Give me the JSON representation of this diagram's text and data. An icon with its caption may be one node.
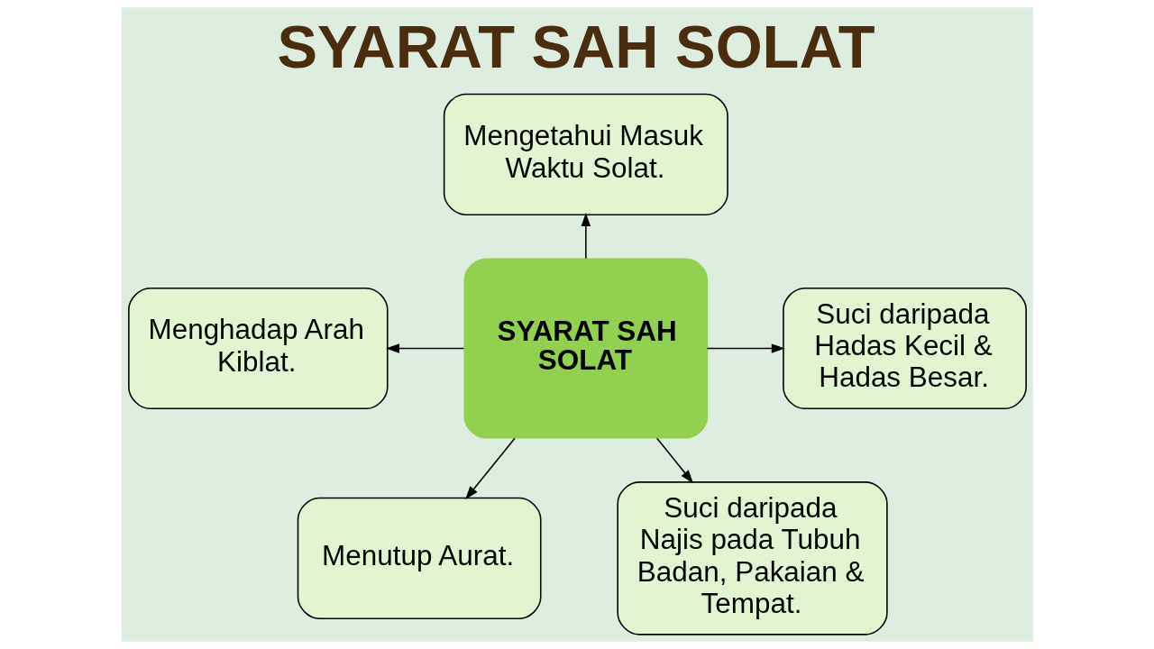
{
  "diagram": {
    "title": "SYARAT SAH SOLAT",
    "nodes": [
      {
        "text": [
          "SYARAT SAH SOLAT"
        ]
      },
      {
        "text": [
          "Mengetahui Masuk Waktu Solat."
        ]
      },
      {
        "text": [
          "Menghadap Arah Kiblat."
        ]
      },
      {
        "text": [
          "Suci daripada Hadas Kecil & Hadas Besar."
        ]
      },
      {
        "text": [
          "Menutup Aurat."
        ]
      },
      {
        "text": [
          "Suci daripada Najis pada Tubuh Badan, Pakaian & Tempat."
        ]
      }
    ],
    "edges": [
      {
        "from": 0,
        "to": 1,
        "arrow": "to"
      },
      {
        "from": 0,
        "to": 2,
        "arrow": "to"
      },
      {
        "from": 0,
        "to": 3,
        "arrow": "to"
      },
      {
        "from": 0,
        "to": 4,
        "arrow": "to"
      },
      {
        "from": 0,
        "to": 5,
        "arrow": "to"
      }
    ]
  }
}
